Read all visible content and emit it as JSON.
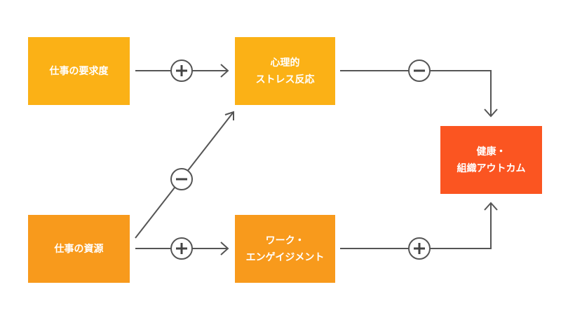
{
  "nodes": {
    "job_demands": {
      "lines": [
        "仕事の要求度"
      ]
    },
    "job_resources": {
      "lines": [
        "仕事の資源"
      ]
    },
    "stress": {
      "lines": [
        "心理的",
        "ストレス反応"
      ]
    },
    "engagement": {
      "lines": [
        "ワーク・",
        "エンゲイジメント"
      ]
    },
    "outcome": {
      "lines": [
        "健康・",
        "組織アウトカム"
      ]
    }
  },
  "edges": [
    {
      "from": "job_demands",
      "to": "stress",
      "sign": "+"
    },
    {
      "from": "job_resources",
      "to": "stress",
      "sign": "−"
    },
    {
      "from": "job_resources",
      "to": "engagement",
      "sign": "+"
    },
    {
      "from": "stress",
      "to": "outcome",
      "sign": "−"
    },
    {
      "from": "engagement",
      "to": "outcome",
      "sign": "+"
    }
  ],
  "colors": {
    "demands": "#fbb116",
    "resources": "#f89a1c",
    "outcome": "#fb5521",
    "line": "#555555"
  }
}
